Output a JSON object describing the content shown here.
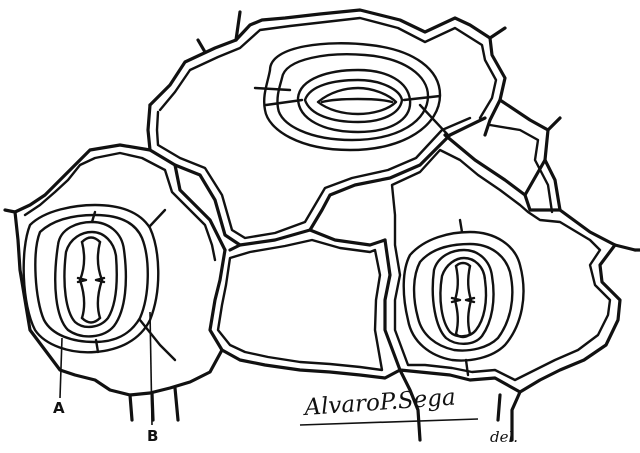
{
  "labels": {
    "a": "A",
    "b": "B"
  },
  "signature": {
    "name": "AlvaroP.Sega",
    "suffix": "del."
  }
}
